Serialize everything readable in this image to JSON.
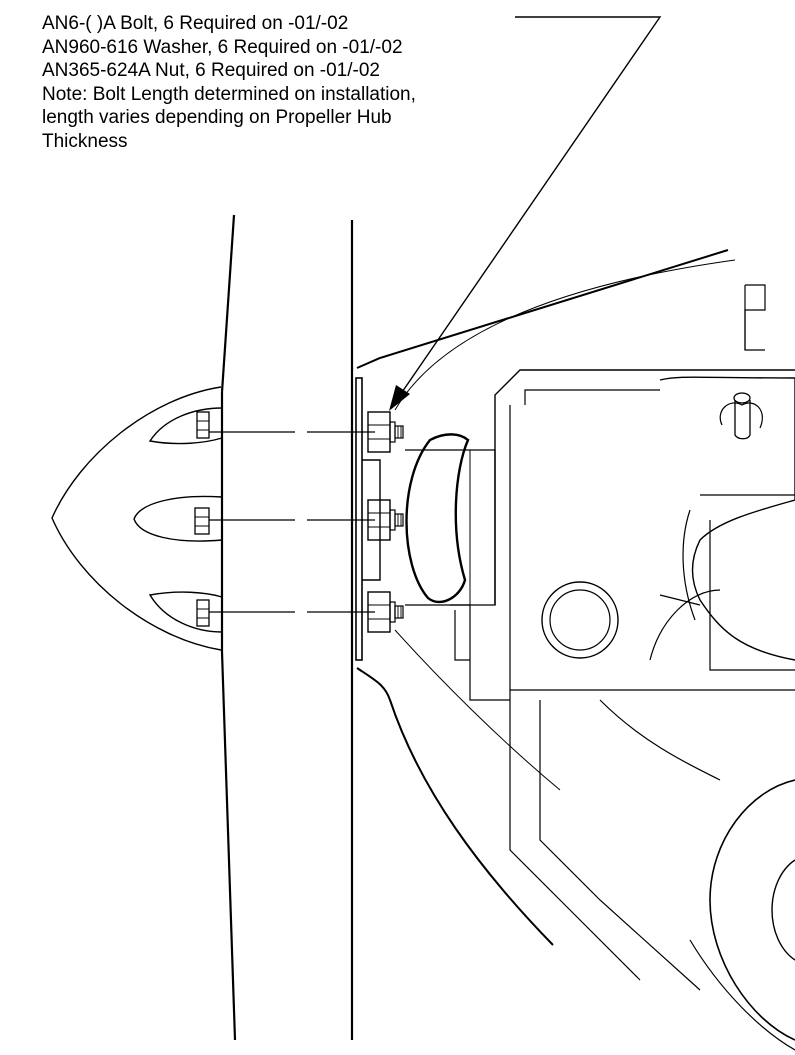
{
  "callout": {
    "lines": [
      "AN6-( )A Bolt,  6 Required on -01/-02",
      "AN960-616 Washer,  6 Required on -01/-02",
      "AN365-624A Nut,  6 Required on -01/-02",
      "Note: Bolt Length determined on installation,",
      "length varies depending on Propeller Hub",
      "Thickness"
    ]
  },
  "colors": {
    "line": "#000000",
    "background": "#ffffff"
  }
}
